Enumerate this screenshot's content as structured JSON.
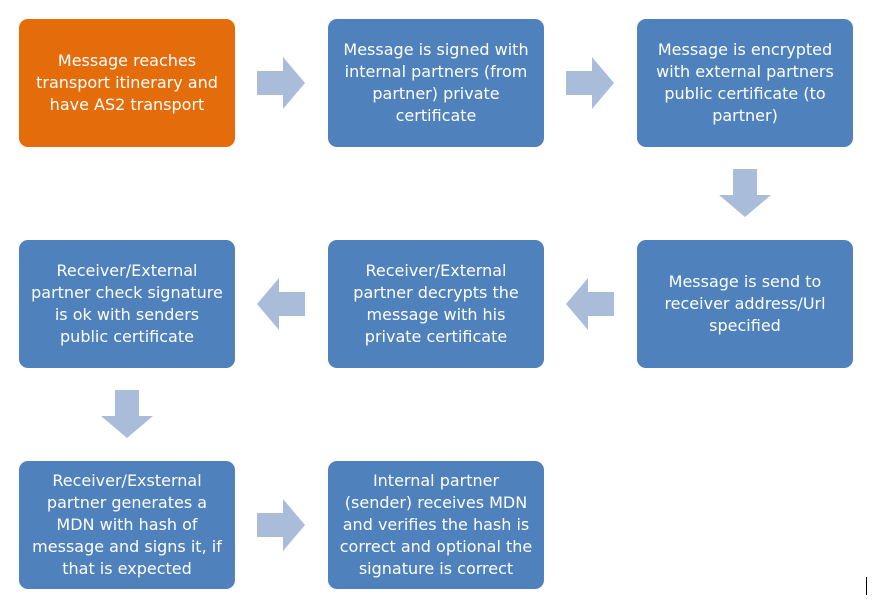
{
  "colors": {
    "box_blue": "#4f81bd",
    "box_orange": "#e46c0a",
    "arrow": "#a9bddb",
    "text": "#ffffff"
  },
  "steps": [
    {
      "id": 1,
      "text": "Message reaches transport itinerary and have AS2 transport",
      "color": "orange"
    },
    {
      "id": 2,
      "text": "Message is signed with internal partners (from partner) private certificate",
      "color": "blue"
    },
    {
      "id": 3,
      "text": "Message is encrypted with external partners public certificate (to partner)",
      "color": "blue"
    },
    {
      "id": 4,
      "text": "Message is send to receiver address/Url specified",
      "color": "blue"
    },
    {
      "id": 5,
      "text": "Receiver/External partner decrypts the message with his private certificate",
      "color": "blue"
    },
    {
      "id": 6,
      "text": "Receiver/External partner check signature is ok with senders public certificate",
      "color": "blue"
    },
    {
      "id": 7,
      "text": "Receiver/Exsternal partner generates a MDN with hash of message and signs it, if that is expected",
      "color": "blue"
    },
    {
      "id": 8,
      "text": "Internal partner (sender) receives MDN and verifies the hash is correct and optional the signature is correct",
      "color": "blue"
    }
  ],
  "arrows": [
    {
      "from": 1,
      "to": 2,
      "direction": "right"
    },
    {
      "from": 2,
      "to": 3,
      "direction": "right"
    },
    {
      "from": 3,
      "to": 4,
      "direction": "down"
    },
    {
      "from": 4,
      "to": 5,
      "direction": "left"
    },
    {
      "from": 5,
      "to": 6,
      "direction": "left"
    },
    {
      "from": 6,
      "to": 7,
      "direction": "down"
    },
    {
      "from": 7,
      "to": 8,
      "direction": "right"
    }
  ]
}
